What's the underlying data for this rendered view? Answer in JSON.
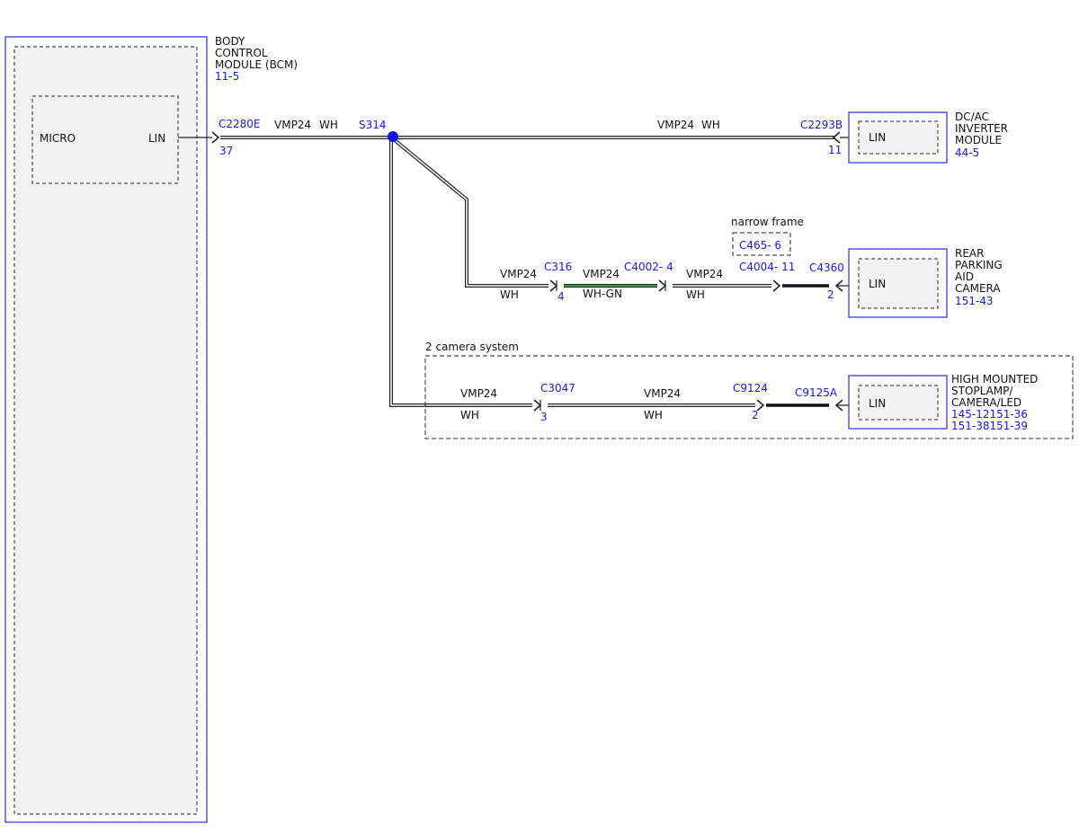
{
  "bcm": {
    "title_lines": [
      "BODY",
      "CONTROL",
      "MODULE (BCM)"
    ],
    "ref": "11-5",
    "micro_label": "MICRO",
    "lin_label": "LIN"
  },
  "wires": {
    "main": {
      "connector": "C2280E",
      "pin": "37",
      "circuit": "VMP24",
      "color": "WH",
      "splice": "S314"
    },
    "inverter_branch": {
      "circuit": "VMP24",
      "color": "WH",
      "connector": "C2293B",
      "pin": "11"
    },
    "camera_branch": {
      "circuit1": "VMP24",
      "color1": "WH",
      "connector1": "C316",
      "pin1": "4",
      "circuit2": "VMP24",
      "color2": "WH-GN",
      "connector2": "C4002- 4",
      "circuit3": "VMP24",
      "color3": "WH",
      "connector3": "C4004- 11",
      "connector4": "C4360",
      "pin4": "2",
      "narrow_frame_label": "narrow frame",
      "narrow_frame_connector": "C465- 6"
    },
    "stoplamp_branch": {
      "system_label": "2 camera system",
      "circuit1": "VMP24",
      "color1": "WH",
      "connector1": "C3047",
      "pin1": "3",
      "circuit2": "VMP24",
      "color2": "WH",
      "connector2": "C9124",
      "pin2": "2",
      "connector3": "C9125A"
    }
  },
  "modules": {
    "inverter": {
      "name_lines": [
        "DC/AC",
        "INVERTER",
        "MODULE"
      ],
      "ref": "44-5",
      "lin_label": "LIN"
    },
    "rear_camera": {
      "name_lines": [
        "REAR",
        "PARKING",
        "AID",
        "CAMERA"
      ],
      "ref": "151-43",
      "lin_label": "LIN"
    },
    "stoplamp": {
      "name_lines": [
        "HIGH MOUNTED",
        "STOPLAMP/",
        "CAMERA/LED"
      ],
      "ref_lines": [
        "145-12151-36",
        "151-38151-39"
      ],
      "lin_label": "LIN"
    }
  },
  "colors": {
    "module_border": "#2a2ad8",
    "reference_text": "#1a1adb",
    "splice_dot": "#1010e0",
    "wire_green_stripe": "#2e9b3a"
  }
}
